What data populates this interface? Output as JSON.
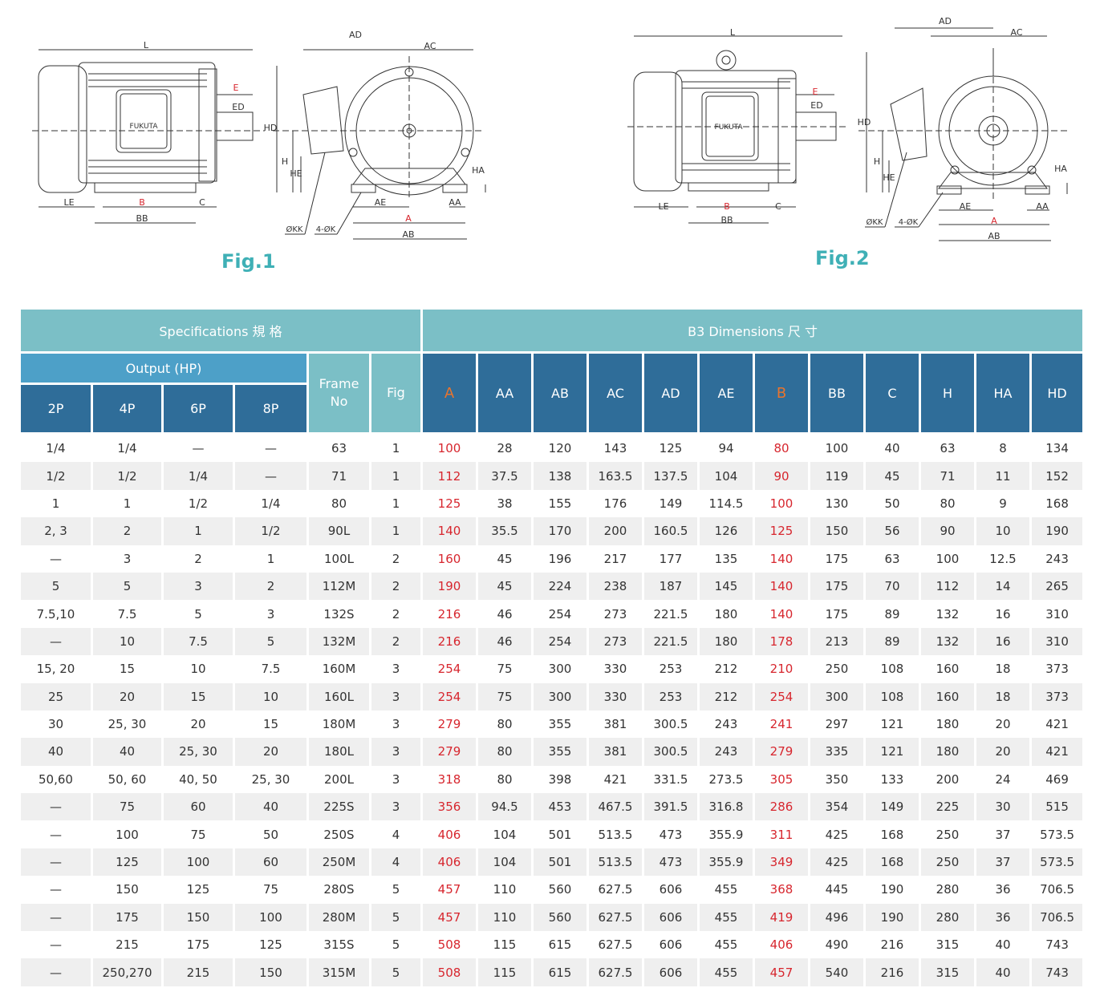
{
  "figures": {
    "fig1": {
      "label": "Fig.1",
      "brand": "FUKUTA",
      "dims": [
        "L",
        "E",
        "ED",
        "LE",
        "B",
        "C",
        "BB",
        "HD",
        "H",
        "HE",
        "AD",
        "AC",
        "HA",
        "AE",
        "A",
        "AA",
        "AB",
        "ØKK",
        "4-ØK"
      ]
    },
    "fig2": {
      "label": "Fig.2",
      "brand": "FUKUTA",
      "dims": [
        "L",
        "E",
        "ED",
        "LE",
        "B",
        "C",
        "BB",
        "HD",
        "H",
        "HE",
        "AD",
        "AC",
        "HA",
        "AE",
        "A",
        "AA",
        "AB",
        "ØKK",
        "4-ØK"
      ]
    }
  },
  "table": {
    "group_specs": "Specifications 規 格",
    "group_dims": "B3 Dimensions 尺 寸",
    "output_label": "Output (HP)",
    "poles": [
      "2P",
      "4P",
      "6P",
      "8P"
    ],
    "frame_label_1": "Frame",
    "frame_label_2": "No",
    "fig_label": "Fig",
    "dim_headers": [
      "A",
      "AA",
      "AB",
      "AC",
      "AD",
      "AE",
      "B",
      "BB",
      "C",
      "H",
      "HA",
      "HD"
    ],
    "red_columns": [
      "A",
      "B"
    ],
    "colors": {
      "header_teal": "#7bbfc6",
      "output_blue": "#4da0c8",
      "header_navy": "#2f6d99",
      "highlight_header": "#e8742e",
      "highlight_value": "#d7262e",
      "stripe": "#efefef"
    },
    "rows": [
      [
        "1/4",
        "1/4",
        "—",
        "—",
        "63",
        "1",
        "100",
        "28",
        "120",
        "143",
        "125",
        "94",
        "80",
        "100",
        "40",
        "63",
        "8",
        "134"
      ],
      [
        "1/2",
        "1/2",
        "1/4",
        "—",
        "71",
        "1",
        "112",
        "37.5",
        "138",
        "163.5",
        "137.5",
        "104",
        "90",
        "119",
        "45",
        "71",
        "11",
        "152"
      ],
      [
        "1",
        "1",
        "1/2",
        "1/4",
        "80",
        "1",
        "125",
        "38",
        "155",
        "176",
        "149",
        "114.5",
        "100",
        "130",
        "50",
        "80",
        "9",
        "168"
      ],
      [
        "2, 3",
        "2",
        "1",
        "1/2",
        "90L",
        "1",
        "140",
        "35.5",
        "170",
        "200",
        "160.5",
        "126",
        "125",
        "150",
        "56",
        "90",
        "10",
        "190"
      ],
      [
        "—",
        "3",
        "2",
        "1",
        "100L",
        "2",
        "160",
        "45",
        "196",
        "217",
        "177",
        "135",
        "140",
        "175",
        "63",
        "100",
        "12.5",
        "243"
      ],
      [
        "5",
        "5",
        "3",
        "2",
        "112M",
        "2",
        "190",
        "45",
        "224",
        "238",
        "187",
        "145",
        "140",
        "175",
        "70",
        "112",
        "14",
        "265"
      ],
      [
        "7.5,10",
        "7.5",
        "5",
        "3",
        "132S",
        "2",
        "216",
        "46",
        "254",
        "273",
        "221.5",
        "180",
        "140",
        "175",
        "89",
        "132",
        "16",
        "310"
      ],
      [
        "—",
        "10",
        "7.5",
        "5",
        "132M",
        "2",
        "216",
        "46",
        "254",
        "273",
        "221.5",
        "180",
        "178",
        "213",
        "89",
        "132",
        "16",
        "310"
      ],
      [
        "15, 20",
        "15",
        "10",
        "7.5",
        "160M",
        "3",
        "254",
        "75",
        "300",
        "330",
        "253",
        "212",
        "210",
        "250",
        "108",
        "160",
        "18",
        "373"
      ],
      [
        "25",
        "20",
        "15",
        "10",
        "160L",
        "3",
        "254",
        "75",
        "300",
        "330",
        "253",
        "212",
        "254",
        "300",
        "108",
        "160",
        "18",
        "373"
      ],
      [
        "30",
        "25, 30",
        "20",
        "15",
        "180M",
        "3",
        "279",
        "80",
        "355",
        "381",
        "300.5",
        "243",
        "241",
        "297",
        "121",
        "180",
        "20",
        "421"
      ],
      [
        "40",
        "40",
        "25, 30",
        "20",
        "180L",
        "3",
        "279",
        "80",
        "355",
        "381",
        "300.5",
        "243",
        "279",
        "335",
        "121",
        "180",
        "20",
        "421"
      ],
      [
        "50,60",
        "50, 60",
        "40, 50",
        "25, 30",
        "200L",
        "3",
        "318",
        "80",
        "398",
        "421",
        "331.5",
        "273.5",
        "305",
        "350",
        "133",
        "200",
        "24",
        "469"
      ],
      [
        "—",
        "75",
        "60",
        "40",
        "225S",
        "3",
        "356",
        "94.5",
        "453",
        "467.5",
        "391.5",
        "316.8",
        "286",
        "354",
        "149",
        "225",
        "30",
        "515"
      ],
      [
        "—",
        "100",
        "75",
        "50",
        "250S",
        "4",
        "406",
        "104",
        "501",
        "513.5",
        "473",
        "355.9",
        "311",
        "425",
        "168",
        "250",
        "37",
        "573.5"
      ],
      [
        "—",
        "125",
        "100",
        "60",
        "250M",
        "4",
        "406",
        "104",
        "501",
        "513.5",
        "473",
        "355.9",
        "349",
        "425",
        "168",
        "250",
        "37",
        "573.5"
      ],
      [
        "—",
        "150",
        "125",
        "75",
        "280S",
        "5",
        "457",
        "110",
        "560",
        "627.5",
        "606",
        "455",
        "368",
        "445",
        "190",
        "280",
        "36",
        "706.5"
      ],
      [
        "—",
        "175",
        "150",
        "100",
        "280M",
        "5",
        "457",
        "110",
        "560",
        "627.5",
        "606",
        "455",
        "419",
        "496",
        "190",
        "280",
        "36",
        "706.5"
      ],
      [
        "—",
        "215",
        "175",
        "125",
        "315S",
        "5",
        "508",
        "115",
        "615",
        "627.5",
        "606",
        "455",
        "406",
        "490",
        "216",
        "315",
        "40",
        "743"
      ],
      [
        "—",
        "250,270",
        "215",
        "150",
        "315M",
        "5",
        "508",
        "115",
        "615",
        "627.5",
        "606",
        "455",
        "457",
        "540",
        "216",
        "315",
        "40",
        "743"
      ]
    ]
  }
}
